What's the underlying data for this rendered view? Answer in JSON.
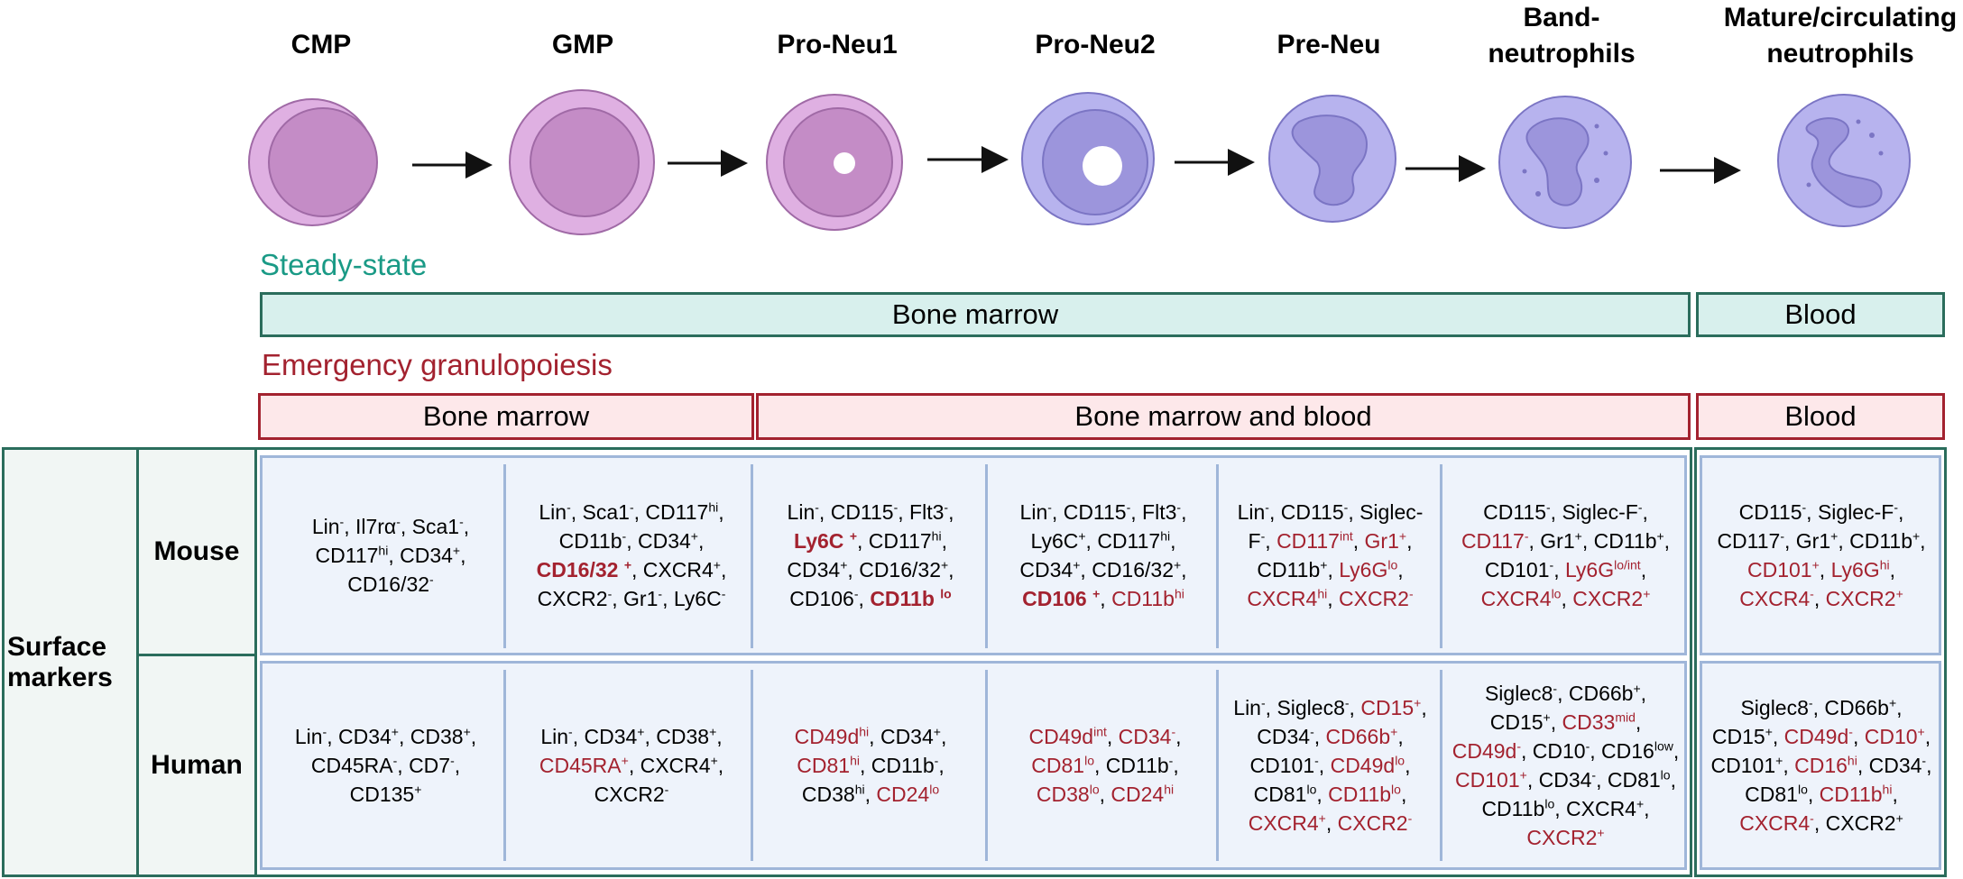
{
  "stages": [
    "CMP",
    "GMP",
    "Pro-Neu1",
    "Pro-Neu2",
    "Pre-Neu",
    "Band-\nneutrophils",
    "Mature/circulating\nneutrophils"
  ],
  "steady_state": {
    "label": "Steady-state",
    "bars": [
      "Bone marrow",
      "Blood"
    ]
  },
  "emergency": {
    "label": "Emergency granulopoiesis",
    "bars": [
      "Bone marrow",
      "Bone marrow and blood",
      "Blood"
    ]
  },
  "table": {
    "section_label": "Surface\nmarkers",
    "rows": [
      "Mouse",
      "Human"
    ],
    "mouse": [
      [
        [
          "Lin",
          "-",
          ""
        ],
        [
          "Il7rα",
          "-",
          ""
        ],
        [
          "Sca1",
          "-",
          ""
        ],
        [
          "CD117",
          "hi",
          ""
        ],
        [
          "CD34",
          "+",
          ""
        ],
        [
          "CD16/32",
          "-",
          ""
        ]
      ],
      [
        [
          "Lin",
          "-",
          ""
        ],
        [
          "Sca1",
          "-",
          ""
        ],
        [
          "CD117",
          "hi",
          ""
        ],
        [
          "CD11b",
          "-",
          ""
        ],
        [
          "CD34",
          "+",
          ""
        ],
        [
          "CD16/32 ",
          "+",
          "rb"
        ],
        [
          "CXCR4",
          "+",
          ""
        ],
        [
          "CXCR2",
          "-",
          ""
        ],
        [
          "Gr1",
          "-",
          ""
        ],
        [
          "Ly6C",
          "-",
          ""
        ]
      ],
      [
        [
          "Lin",
          "-",
          ""
        ],
        [
          "CD115",
          "-",
          ""
        ],
        [
          "Flt3",
          "-",
          ""
        ],
        [
          "Ly6C ",
          "+",
          "rb"
        ],
        [
          "CD117",
          "hi",
          ""
        ],
        [
          "CD34",
          "+",
          ""
        ],
        [
          "CD16/32",
          "+",
          ""
        ],
        [
          "CD106",
          "-",
          ""
        ],
        [
          "CD11b ",
          "lo",
          "rb"
        ]
      ],
      [
        [
          "Lin",
          "-",
          ""
        ],
        [
          "CD115",
          "-",
          ""
        ],
        [
          "Flt3",
          "-",
          ""
        ],
        [
          "Ly6C",
          "+",
          ""
        ],
        [
          "CD117",
          "hi",
          ""
        ],
        [
          "CD34",
          "+",
          ""
        ],
        [
          "CD16/32",
          "+",
          ""
        ],
        [
          "CD106 ",
          "+",
          "rb"
        ],
        [
          "CD11b",
          "hi",
          "r"
        ]
      ],
      [
        [
          "Lin",
          "-",
          ""
        ],
        [
          "CD115",
          "-",
          ""
        ],
        [
          "Siglec-F",
          "-",
          ""
        ],
        [
          "CD117",
          "int",
          "r"
        ],
        [
          "Gr1",
          "+",
          "r"
        ],
        [
          "CD11b",
          "+",
          ""
        ],
        [
          "Ly6G",
          "lo",
          "r"
        ],
        [
          "CXCR4",
          "hi",
          "r"
        ],
        [
          "CXCR2",
          "-",
          "r"
        ]
      ],
      [
        [
          "CD115",
          "-",
          ""
        ],
        [
          "Siglec-F",
          "-",
          ""
        ],
        [
          "CD117",
          "-",
          "r"
        ],
        [
          "Gr1",
          "+",
          ""
        ],
        [
          "CD11b",
          "+",
          ""
        ],
        [
          "CD101",
          "-",
          ""
        ],
        [
          "Ly6G",
          "lo/int",
          "r"
        ],
        [
          "CXCR4",
          "lo",
          "r"
        ],
        [
          "CXCR2",
          "+",
          "r"
        ]
      ],
      [
        [
          "CD115",
          "-",
          ""
        ],
        [
          "Siglec-F",
          "-",
          ""
        ],
        [
          "CD117",
          "-",
          ""
        ],
        [
          "Gr1",
          "+",
          ""
        ],
        [
          "CD11b",
          "+",
          ""
        ],
        [
          "CD101",
          "+",
          "r"
        ],
        [
          "Ly6G",
          "hi",
          "r"
        ],
        [
          "CXCR4",
          "-",
          "r"
        ],
        [
          "CXCR2",
          "+",
          "r"
        ]
      ]
    ],
    "human": [
      [
        [
          "Lin",
          "-",
          ""
        ],
        [
          "CD34",
          "+",
          ""
        ],
        [
          "CD38",
          "+",
          ""
        ],
        [
          "CD45RA",
          "-",
          ""
        ],
        [
          "CD7",
          "-",
          ""
        ],
        [
          "CD135",
          "+",
          ""
        ]
      ],
      [
        [
          "Lin",
          "-",
          ""
        ],
        [
          "CD34",
          "+",
          ""
        ],
        [
          "CD38",
          "+",
          ""
        ],
        [
          "CD45RA",
          "+",
          "r"
        ],
        [
          "CXCR4",
          "+",
          ""
        ],
        [
          "CXCR2",
          "-",
          ""
        ]
      ],
      [
        [
          "CD49d",
          "hi",
          "r"
        ],
        [
          "CD34",
          "+",
          ""
        ],
        [
          "CD81",
          "hi",
          "r"
        ],
        [
          "CD11b",
          "-",
          ""
        ],
        [
          "CD38",
          "hi",
          ""
        ],
        [
          "CD24",
          "lo",
          "r"
        ]
      ],
      [
        [
          "CD49d",
          "int",
          "r"
        ],
        [
          "CD34",
          "-",
          "r"
        ],
        [
          "CD81",
          "lo",
          "r"
        ],
        [
          "CD11b",
          "-",
          ""
        ],
        [
          "CD38",
          "lo",
          "r"
        ],
        [
          "CD24",
          "hi",
          "r"
        ]
      ],
      [
        [
          "Lin",
          "-",
          ""
        ],
        [
          "Siglec8",
          "-",
          ""
        ],
        [
          "CD15",
          "+",
          "r"
        ],
        [
          "CD34",
          "-",
          ""
        ],
        [
          "CD66b",
          "+",
          "r"
        ],
        [
          "CD101",
          "-",
          ""
        ],
        [
          "CD49d",
          "lo",
          "r"
        ],
        [
          "CD81",
          "lo",
          ""
        ],
        [
          "CD11b",
          "lo",
          "r"
        ],
        [
          "CXCR4",
          "+",
          "r"
        ],
        [
          "CXCR2",
          "-",
          "r"
        ]
      ],
      [
        [
          "Siglec8",
          "-",
          ""
        ],
        [
          "CD66b",
          "+",
          ""
        ],
        [
          "CD15",
          "+",
          ""
        ],
        [
          "CD33",
          "mid",
          "r"
        ],
        [
          "CD49d",
          "-",
          "r"
        ],
        [
          "CD10",
          "-",
          ""
        ],
        [
          "CD16",
          "low",
          ""
        ],
        [
          "CD101",
          "+",
          "r"
        ],
        [
          "CD34",
          "-",
          ""
        ],
        [
          "CD81",
          "lo",
          ""
        ],
        [
          "CD11b",
          "lo",
          ""
        ],
        [
          "CXCR4",
          "+",
          ""
        ],
        [
          "CXCR2",
          "+",
          "r"
        ]
      ],
      [
        [
          "Siglec8",
          "-",
          ""
        ],
        [
          "CD66b",
          "+",
          ""
        ],
        [
          "CD15",
          "+",
          ""
        ],
        [
          "CD49d",
          "-",
          "r"
        ],
        [
          "CD10",
          "+",
          "r"
        ],
        [
          "CD101",
          "+",
          ""
        ],
        [
          "CD16",
          "hi",
          "r"
        ],
        [
          "CD34",
          "-",
          ""
        ],
        [
          "CD81",
          "lo",
          ""
        ],
        [
          "CD11b",
          "hi",
          "r"
        ],
        [
          "CXCR4",
          "-",
          "r"
        ],
        [
          "CXCR2",
          "+",
          ""
        ]
      ]
    ]
  },
  "colors": {
    "teal_border": "#2b6d5c",
    "teal_fill": "#d8f0ed",
    "teal_text": "#1a9a86",
    "red": "#a3222f",
    "pink_fill": "#fde8ea",
    "cell_border": "#9fb6d9",
    "cell_fill": "#eef3fb",
    "pink_cell": "#d9a9dc",
    "purple_cell": "#b7b3ee"
  },
  "icons": [
    "arrow-right-icon",
    "cmp-cell-icon",
    "gmp-cell-icon",
    "pro-neu1-cell-icon",
    "pro-neu2-cell-icon",
    "pre-neu-cell-icon",
    "band-neutrophil-cell-icon",
    "mature-neutrophil-cell-icon"
  ]
}
